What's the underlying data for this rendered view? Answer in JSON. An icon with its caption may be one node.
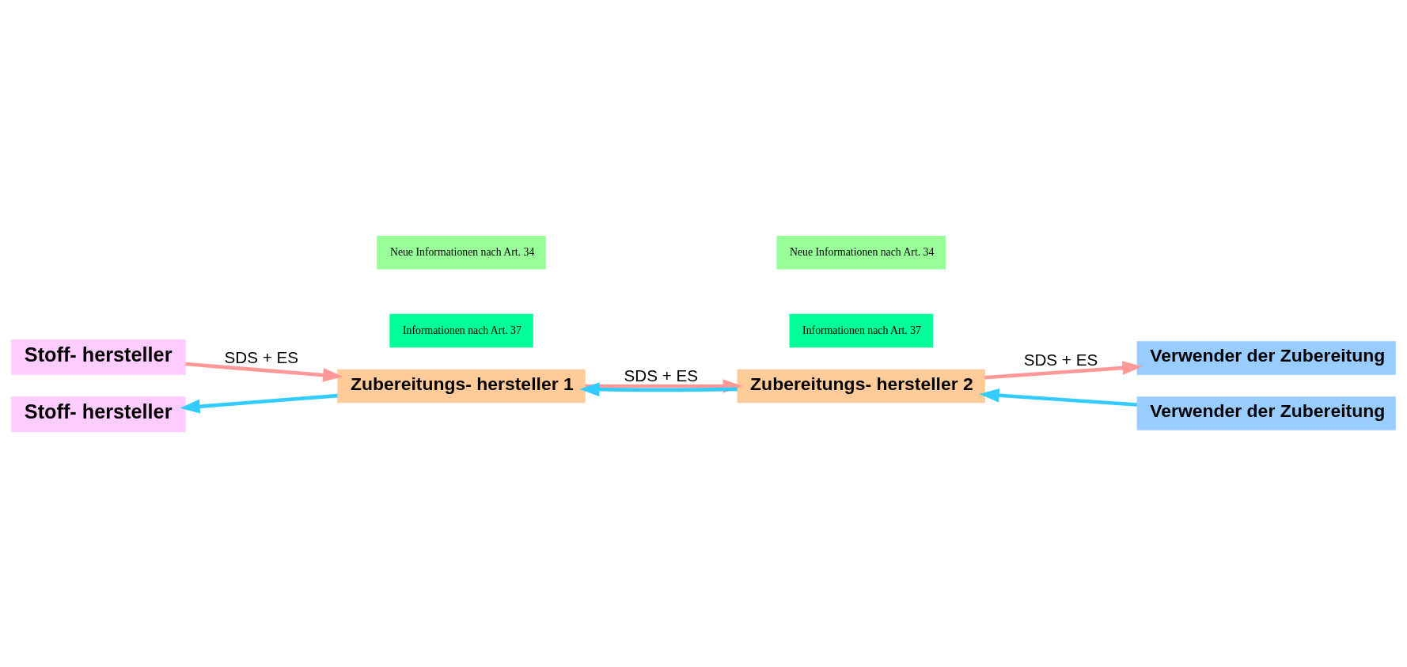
{
  "diagram": {
    "nodes": [
      {
        "text": [
          "Stoff- hersteller"
        ]
      },
      {
        "text": [
          "Stoff- hersteller"
        ]
      },
      {
        "text": [
          "Zubereitungs- hersteller 1"
        ]
      },
      {
        "text": [
          "Zubereitungs- hersteller 2"
        ]
      },
      {
        "text": [
          "Verwender der Zubereitung"
        ]
      },
      {
        "text": [
          "Verwender der Zubereitung"
        ]
      },
      {
        "text": [
          "Neue Informationen nach Art. 34"
        ]
      },
      {
        "text": [
          "Informationen nach Art. 37"
        ]
      },
      {
        "text": [
          "Neue Informationen nach Art. 34"
        ]
      },
      {
        "text": [
          "Informationen nach Art. 37"
        ]
      }
    ],
    "edges": [
      {
        "from": 0,
        "to": 2,
        "arrow": "to",
        "label": "SDS + ES",
        "color": "#ff9999"
      },
      {
        "from": 2,
        "to": 3,
        "arrow": "to",
        "label": "SDS + ES",
        "color": "#ff9999"
      },
      {
        "from": 3,
        "to": 4,
        "arrow": "to",
        "label": "SDS + ES",
        "color": "#ff9999"
      },
      {
        "from": 2,
        "to": 1,
        "arrow": "to",
        "color": "#33ccff"
      },
      {
        "from": 3,
        "to": 2,
        "arrow": "to",
        "color": "#33ccff"
      },
      {
        "from": 5,
        "to": 3,
        "arrow": "to",
        "color": "#33ccff"
      }
    ]
  }
}
